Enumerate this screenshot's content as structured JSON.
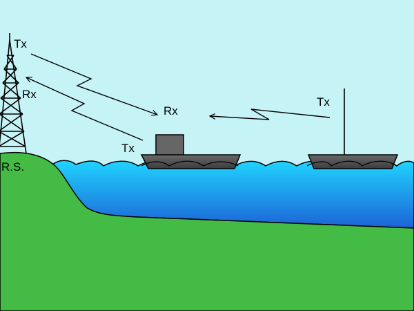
{
  "labels": {
    "station": "R.S.",
    "tower_tx": "Tx",
    "tower_rx": "Rx",
    "ship1_tx": "Tx",
    "ship1_rx": "Rx",
    "ship2_tx": "Tx"
  },
  "colors": {
    "sky": "#c6f3f6",
    "land": "#44bb44",
    "water_top": "#21d4ff",
    "water_bottom": "#1c63d6",
    "hull": "#555555",
    "cabin": "#666666",
    "signal": "#000000"
  },
  "icons": {
    "tower": "lattice-radio-tower-icon",
    "ship1": "ship-with-cabin-icon",
    "ship2": "ship-with-antenna-icon"
  }
}
